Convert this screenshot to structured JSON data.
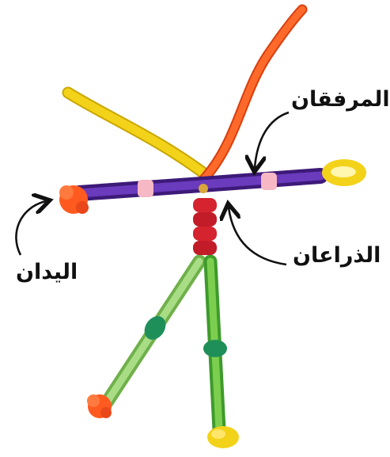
{
  "labels": {
    "elbows": "المرفقان",
    "arms": "الذراعان",
    "hands": "اليدان"
  },
  "colors": {
    "pipe_cleaner_orange": "#ff5a1f",
    "pipe_cleaner_yellow": "#f3d21a",
    "arm_straw_purple": "#5b2ea6",
    "elbow_bead_pink": "#f6b8c4",
    "body_bead_red": "#d5232f",
    "leg_straw_green": "#8fd16a",
    "leg_bead_green": "#1f8f5a",
    "label_text": "#111111"
  },
  "icons": [
    "curved-arrow-icon"
  ]
}
